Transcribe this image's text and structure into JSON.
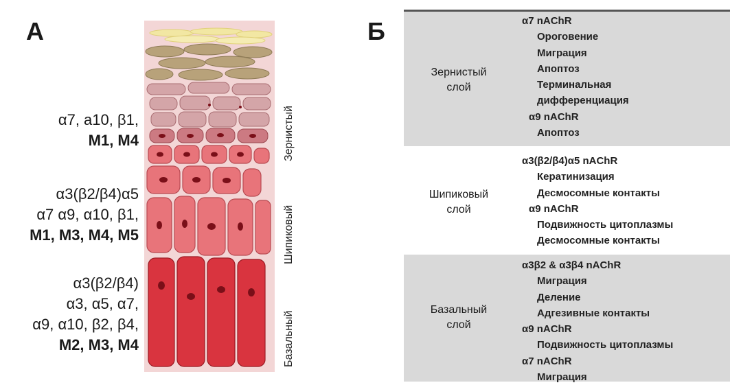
{
  "panel_a": {
    "letter": "А",
    "receptor_labels": {
      "granular": [
        "α7, a10, β1,",
        "M1, M4"
      ],
      "spinous": [
        "α3(β2/β4)α5",
        "α7 α9, α10, β1,",
        "M1, M3, M4, M5"
      ],
      "basal": [
        "α3(β2/β4)",
        "α3, α5, α7,",
        "α9, α10, β2, β4,",
        "M2, M3, M4"
      ]
    },
    "layer_labels": {
      "granular": "Зернистый",
      "spinous": "Шипиковый",
      "basal": "Базальный"
    }
  },
  "panel_b": {
    "letter": "Б",
    "rows": [
      {
        "layer": [
          "Зернистый",
          "слой"
        ],
        "lines": [
          {
            "text": "α7 nAChR",
            "indent": 0
          },
          {
            "text": "Ороговение",
            "indent": 1
          },
          {
            "text": "Миграция",
            "indent": 1
          },
          {
            "text": "Апоптоз",
            "indent": 1
          },
          {
            "text": "Терминальная",
            "indent": 1
          },
          {
            "text": "дифференциация",
            "indent": 1
          },
          {
            "text": "α9 nAChR",
            "indent": 0.5
          },
          {
            "text": "Апоптоз",
            "indent": 1
          }
        ]
      },
      {
        "layer": [
          "Шипиковый",
          "слой"
        ],
        "lines": [
          {
            "text": "α3(β2/β4)α5 nAChR",
            "indent": 0
          },
          {
            "text": "Кератинизация",
            "indent": 1
          },
          {
            "text": "Десмосомные контакты",
            "indent": 1
          },
          {
            "text": "α9 nAChR",
            "indent": 0.5
          },
          {
            "text": "Подвижность цитоплазмы",
            "indent": 1
          },
          {
            "text": "Десмосомные контакты",
            "indent": 1
          }
        ]
      },
      {
        "layer": [
          "Базальный",
          "слой"
        ],
        "lines": [
          {
            "text": "α3β2 & α3β4 nAChR",
            "indent": 0
          },
          {
            "text": "Миграция",
            "indent": 1
          },
          {
            "text": "Деление",
            "indent": 1
          },
          {
            "text": "Адгезивные контакты",
            "indent": 1
          },
          {
            "text": "α9 nAChR",
            "indent": 0
          },
          {
            "text": "Подвижность цитоплазмы",
            "indent": 1
          },
          {
            "text": "α7 nAChR",
            "indent": 0
          },
          {
            "text": "Миграция",
            "indent": 1
          }
        ]
      }
    ]
  },
  "colors": {
    "background_tissue": "#f3d6d6",
    "corneum": "#f2e7a3",
    "upper_granular": "#b8a27a",
    "granular": "#d4a5a8",
    "spinous": "#e8747a",
    "basal": "#d9343f",
    "nucleus": "#7a0f18",
    "table_gray": "#d9d9d9"
  }
}
